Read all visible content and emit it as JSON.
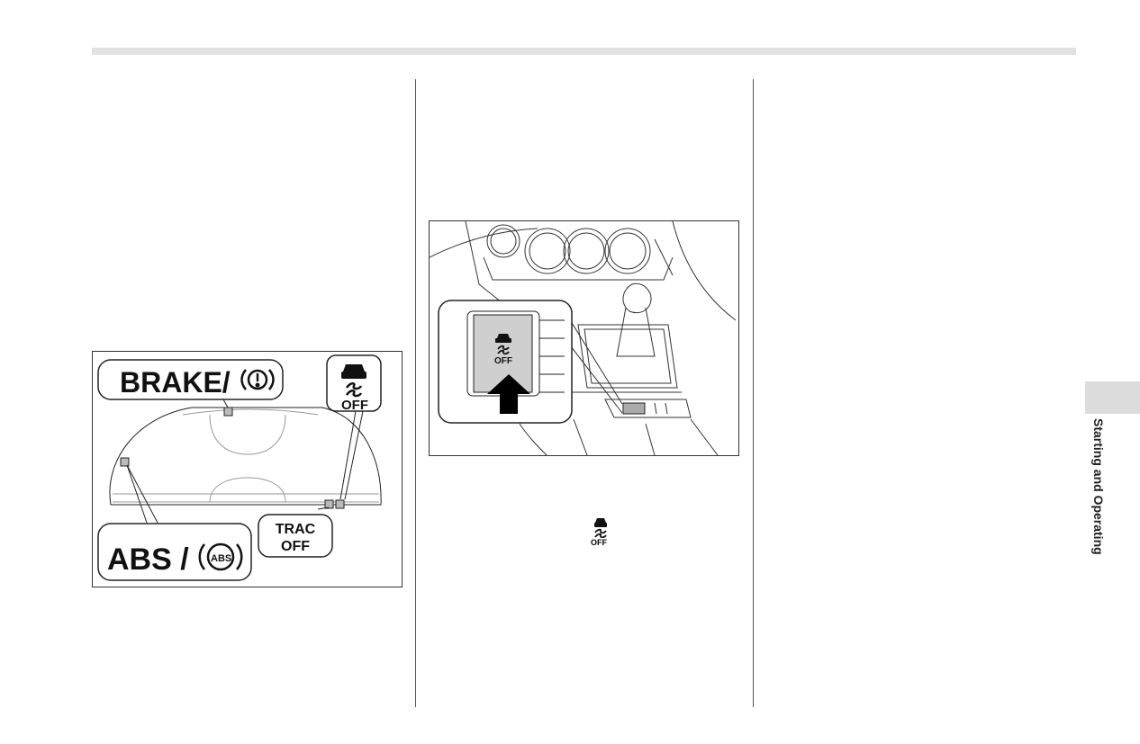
{
  "figure_cluster": {
    "brake_label": "BRAKE/",
    "abs_label": "ABS /",
    "abs_badge": "ABS",
    "trac_line1": "TRAC",
    "trac_line2": "OFF",
    "vsc_off_label": "OFF"
  },
  "figure_console": {
    "switch_off_label": "OFF"
  },
  "inline_indicator": {
    "icon": "vsc-off-icon",
    "label": "OFF"
  },
  "side_tab": {
    "label": "Starting and Operating"
  }
}
